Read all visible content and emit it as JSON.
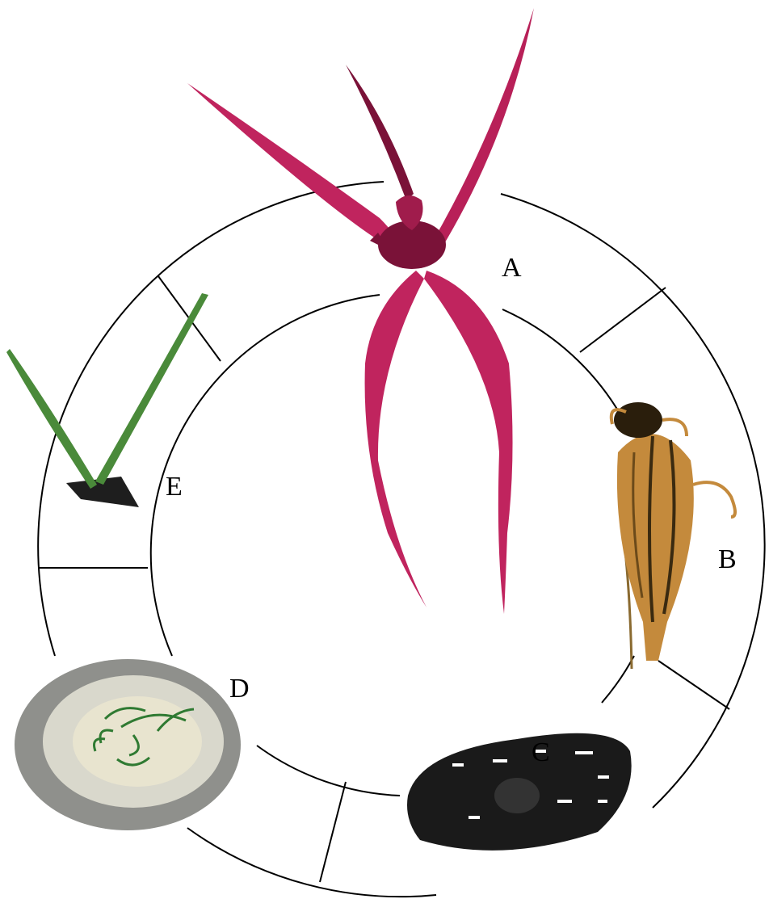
{
  "diagram": {
    "stages": [
      {
        "id": "A",
        "label": "A",
        "image": "spider-orchid-flower"
      },
      {
        "id": "B",
        "label": "B",
        "image": "dried-seed-capsule"
      },
      {
        "id": "C",
        "label": "C",
        "image": "magnified-seed"
      },
      {
        "id": "D",
        "label": "D",
        "image": "germinating-seedlings-in-culture-dish"
      },
      {
        "id": "E",
        "label": "E",
        "image": "young-plant-leaves"
      }
    ],
    "colors": {
      "ring_line": "#000000",
      "flower": "#c0245e",
      "flower_dark": "#7a1238",
      "capsule": "#c48a3c",
      "capsule_dark": "#3a2a10",
      "seed": "#1a1a1a",
      "dish": "#8f908c",
      "dish_inner": "#d9d8cc",
      "seedling": "#2f7a32",
      "leaf": "#4a8a3a"
    }
  }
}
